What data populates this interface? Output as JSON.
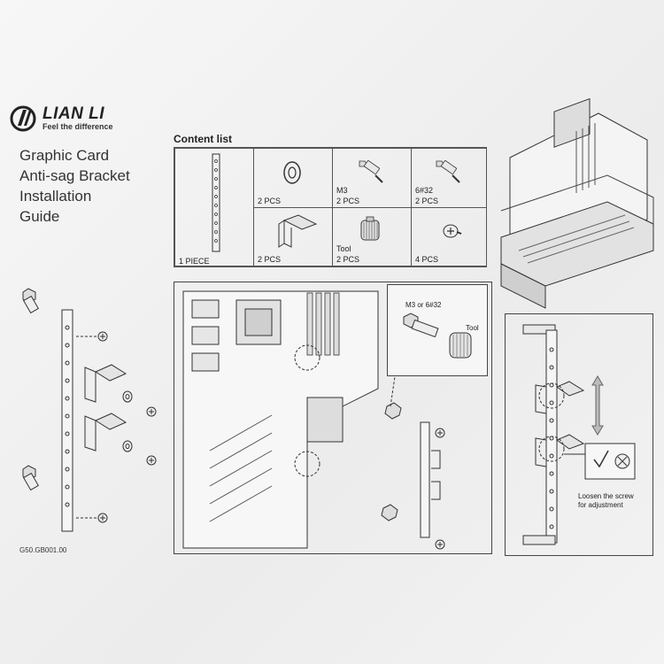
{
  "brand": {
    "name": "LIAN LI",
    "tagline": "Feel the difference"
  },
  "title": {
    "line1": "Graphic Card",
    "line2": "Anti-sag Bracket",
    "line3": "Installation",
    "line4": "Guide"
  },
  "content_list": {
    "heading": "Content list",
    "items": [
      {
        "label": "1 PIECE",
        "icon": "bracket-bar-icon"
      },
      {
        "label": "2 PCS",
        "icon": "washer-icon"
      },
      {
        "label": "M3",
        "qty": "2 PCS",
        "icon": "m3-standoff-icon"
      },
      {
        "label": "6#32",
        "qty": "2 PCS",
        "icon": "6-32-standoff-icon"
      },
      {
        "label": "2 PCS",
        "icon": "support-clip-icon"
      },
      {
        "label": "Tool",
        "qty": "2 PCS",
        "icon": "thumb-tool-icon"
      },
      {
        "label": "4 PCS",
        "icon": "screw-icon"
      }
    ]
  },
  "callout": {
    "standoff_label": "M3 or 6#32",
    "tool_label": "Tool"
  },
  "adjust_note": {
    "line1": "Loosen the screw",
    "line2": "for adjustment"
  },
  "doc_code": "G50.GB001.00"
}
